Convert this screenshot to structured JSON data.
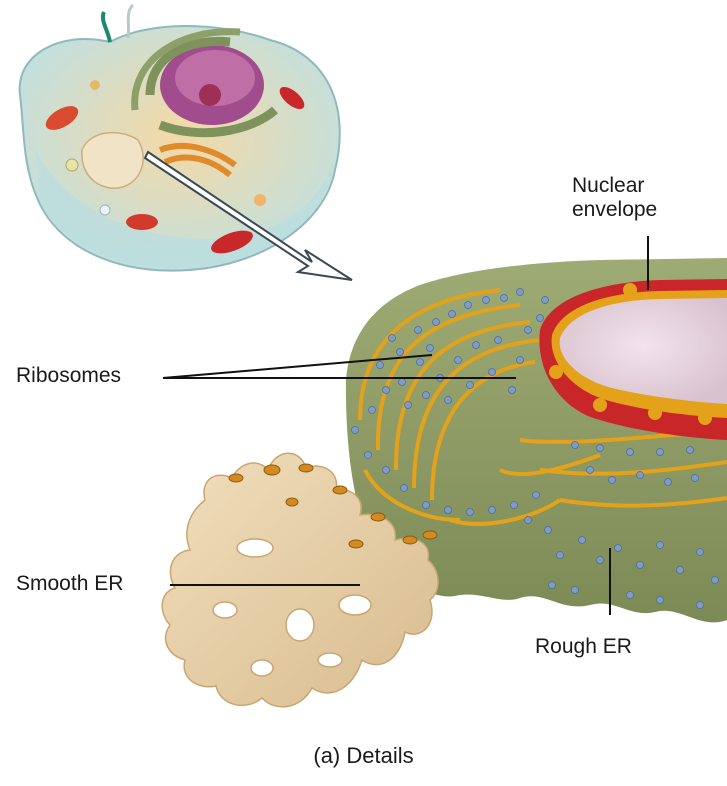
{
  "labels": {
    "nuclear_line1": "Nuclear",
    "nuclear_line2": "envelope",
    "ribosomes": "Ribosomes",
    "smooth_er": "Smooth ER",
    "rough_er": "Rough ER"
  },
  "caption": "(a) Details",
  "colors": {
    "membrane": "#e3a21a",
    "er_body": "#8d9a64",
    "ribosome": "#7f9cc8",
    "smooth_er": "#e6cfa8",
    "nuclear_envelope": "#c9262a",
    "nucleus_interior": "#e9d7e1"
  }
}
